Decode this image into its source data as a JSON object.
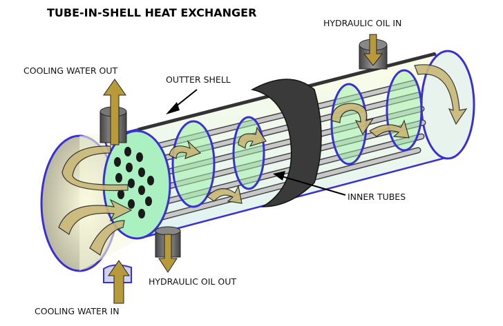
{
  "title": "TUBE-IN-SHELL HEAT EXCHANGER",
  "labels": {
    "hydraulic_oil_in": "HYDRAULIC OIL IN",
    "cooling_water_out": "COOLING WATER OUT",
    "outter_shell": "OUTTER SHELL",
    "inner_tubes": "INNER TUBES",
    "hydraulic_oil_out": "HYDRAULIC OIL OUT",
    "cooling_water_in": "COOLING WATER IN"
  },
  "colors": {
    "shell": "#f3f6d8",
    "shell_outline": "#3a2fd6",
    "baffle": "#9ff0a8",
    "tube": "#c8c8c8",
    "flow_arrow": "#c9b877",
    "band": "#3a3a3a"
  }
}
